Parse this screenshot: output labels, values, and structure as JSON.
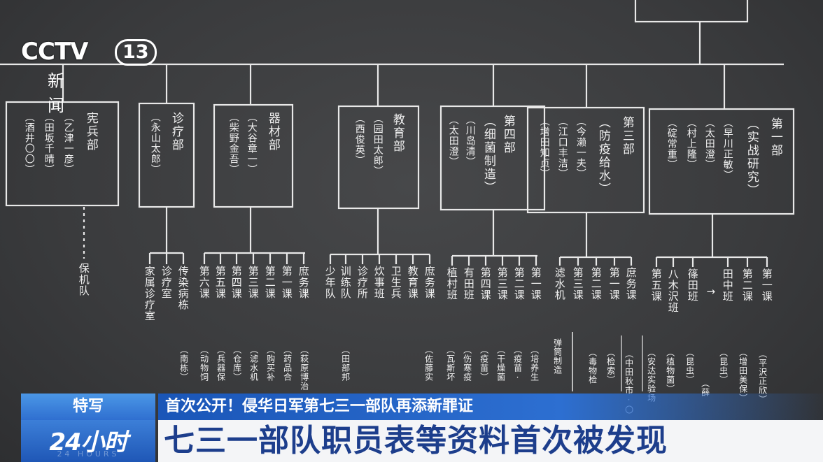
{
  "logo": {
    "brand": "CCTV",
    "channel": "13",
    "subtitle": "新闻"
  },
  "org": {
    "depts": [
      {
        "name": "宪兵部",
        "chiefs": [
          "（乙津一彦）",
          "（田坂千晴）",
          "（酒井〇〇）"
        ]
      },
      {
        "name": "诊疗部",
        "chiefs": [
          "（永山太郎）"
        ]
      },
      {
        "name": "器材部",
        "chiefs": [
          "（大谷章一）",
          "（柴野金吾）"
        ]
      },
      {
        "name": "教育部",
        "chiefs": [
          "（园田太郎）",
          "（西俊英）"
        ]
      },
      {
        "name": "第四部",
        "focus": "（细菌制造）",
        "chiefs": [
          "（川岛清）",
          "（太田澄）"
        ]
      },
      {
        "name": "第三部",
        "focus": "（防疫给水）",
        "chiefs": [
          "（今濑一夫）",
          "（江口丰洁）",
          "（增田知贞）"
        ]
      },
      {
        "name": "第一部",
        "focus": "（实战研究）",
        "chiefs": [
          "（早川正敏）",
          "（太田澄）",
          "（村上隆）",
          "（碇常重）"
        ]
      }
    ],
    "hoki": "保机队",
    "units": [
      "家属诊疗室",
      "诊疗室",
      "传染病栋",
      "第六课",
      "第五课",
      "第四课",
      "第三课",
      "第二课",
      "第一课",
      "庶务课",
      "少年队",
      "训练队",
      "诊疗所",
      "炊事班",
      "卫生兵",
      "教育课",
      "庶务课",
      "植村班",
      "有田班",
      "第四课",
      "第三课",
      "第二课",
      "第一课",
      "滤水机",
      "第三课",
      "第二课",
      "第一课",
      "庶务课",
      "第五课",
      "八木沢班",
      "篠田班",
      "→",
      "田中班",
      "第二课",
      "第一课"
    ],
    "notes": [
      "（南栋）",
      "（动物饲",
      "（兵器保",
      "（仓库）",
      "（滤水机",
      "（购买补",
      "（药品合",
      "（萩原博治",
      "（田部邦",
      "（佐藤实",
      "（瓦斯坏",
      "（伤寒疫",
      "（疫苗）",
      "（干燥菌",
      "（疫苗·",
      "（培养生",
      "弹筒制造",
      "（毒物检",
      "（检索）",
      "（中田秋市·〇",
      "（安达实验场",
      "（植物菌）",
      "（昆虫）",
      "（薛",
      "（昆虫）",
      "（增田美保）",
      "（平沢正欣）"
    ]
  },
  "ticker": {
    "tag_top": "特写",
    "headline_top": "首次公开！侵华日军第七三一部队再添新罪证",
    "tag_bottom": "24小时",
    "tag_bottom_ghost": "24 HOURS",
    "headline_bottom": "七三一部队职员表等资料首次被发现"
  }
}
